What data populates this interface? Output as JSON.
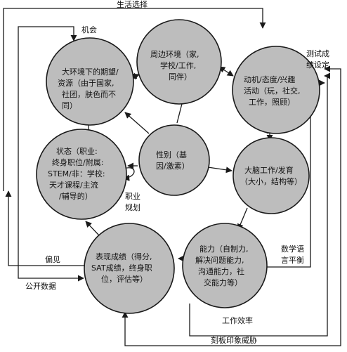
{
  "nodes": {
    "environment": [
      "大环境下的期望/",
      "资源（由于国家,",
      "社团，肤色而不",
      "同）"
    ],
    "surroundings": [
      "周边环境（家,",
      "学校/工作,",
      "同伴）"
    ],
    "motivation": [
      "动机/态度/兴趣",
      "活动（玩，社交,",
      "工作，照顾）"
    ],
    "status": [
      "状态（职业:",
      "终身职位/附属:",
      "STEM/非：学校:",
      "天才课程/主流",
      "/辅导的）"
    ],
    "gender": [
      "性别（基",
      "因/激素）"
    ],
    "brain": [
      "大脑工作/发育",
      "（大小，结构等）"
    ],
    "performance": [
      "表现成绩（得分,",
      "SAT成绩，终身职",
      "位，评估等）"
    ],
    "ability": [
      "能力（自制力,",
      "解决问题能力,",
      "沟通能力，社",
      "交能力等）"
    ]
  },
  "edge_labels": {
    "life_choice": "生活选择",
    "opportunity": "机会",
    "test_setting": [
      "测试成",
      "绩设定"
    ],
    "career_plan": [
      "职业",
      "规划"
    ],
    "prejudice": "偏见",
    "public_data": "公开数据",
    "math_language": [
      "数学语",
      "言平衡"
    ],
    "work_efficiency": "工作效率",
    "stereotype_threat": "刻板印象威胁"
  }
}
